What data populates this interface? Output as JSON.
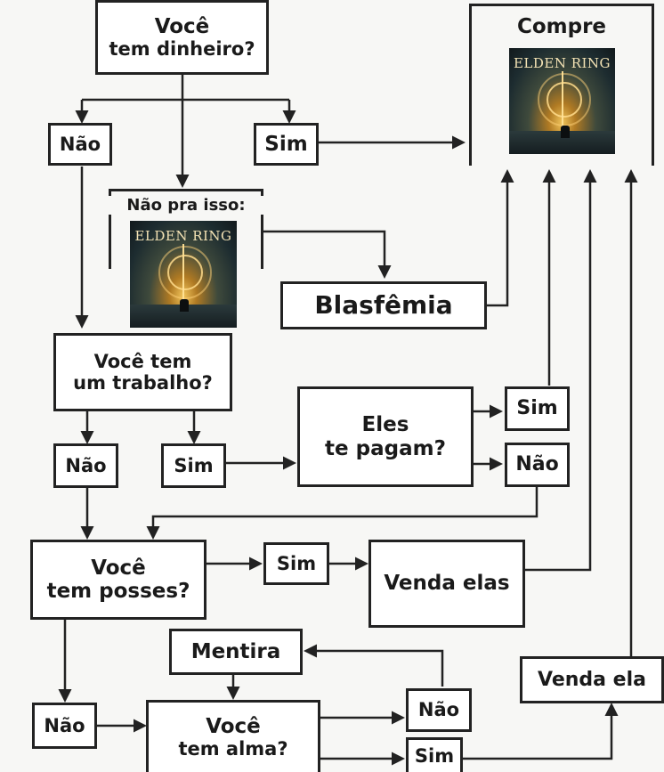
{
  "nodes": {
    "q_money": [
      "Você",
      "tem dinheiro?"
    ],
    "no1": "Não",
    "yes1": "Sim",
    "buy": "Compre",
    "not_for_that": "Não pra isso:",
    "blasphemy": "Blasfêmia",
    "q_job": [
      "Você tem",
      "um trabalho?"
    ],
    "no_job": "Não",
    "yes_job": "Sim",
    "q_paid": [
      "Eles",
      "te pagam?"
    ],
    "paid_yes": "Sim",
    "paid_no": "Não",
    "q_possessions": [
      "Você",
      "tem posses?"
    ],
    "poss_yes": "Sim",
    "poss_no": "Não",
    "sell_them": "Venda elas",
    "lie": "Mentira",
    "q_soul": [
      "Você",
      "tem alma?"
    ],
    "soul_no": "Não",
    "soul_yes": "Sim",
    "sell_it": "Venda ela"
  },
  "game_cover_title": "ELDEN RING",
  "colors": {
    "line": "#222222",
    "box_border": "#222222",
    "background": "#f7f7f5"
  }
}
